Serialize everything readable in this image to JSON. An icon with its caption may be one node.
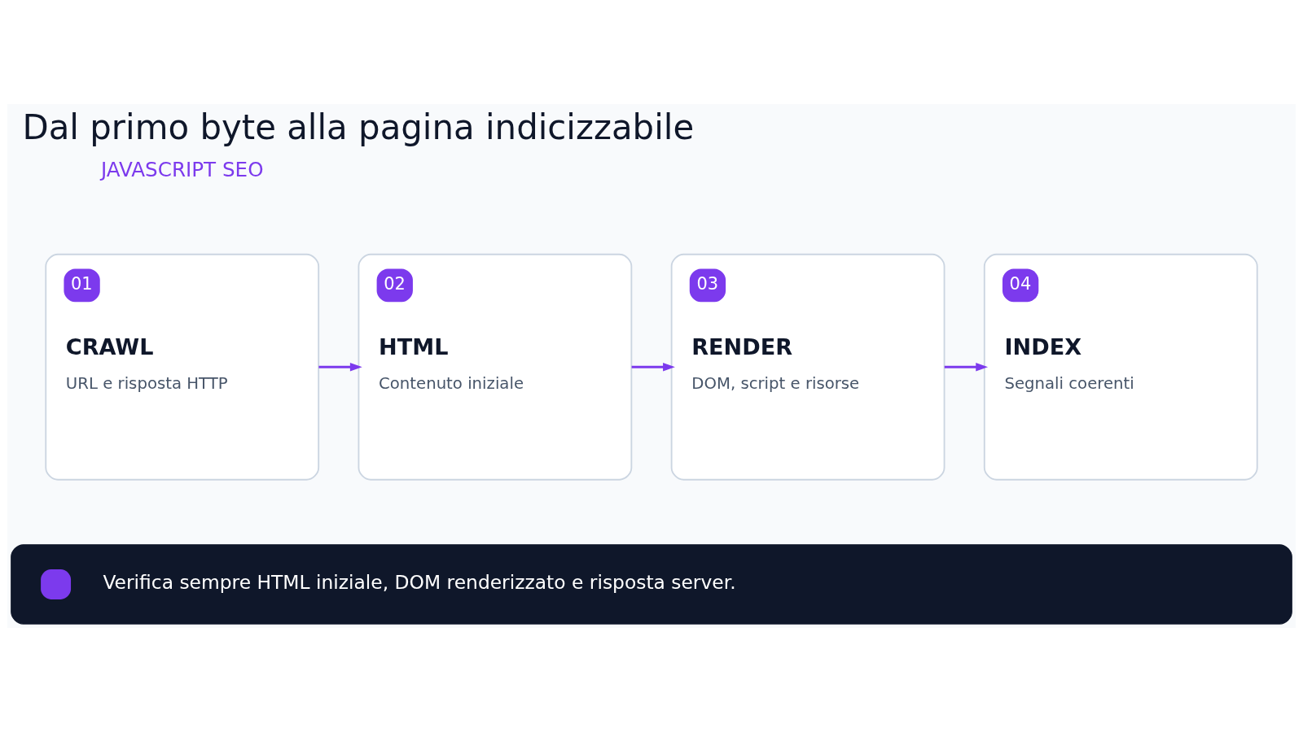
{
  "diagram": {
    "title": "Dal primo byte alla pagina indicizzabile",
    "nodes": [
      {
        "text": [
          "01",
          "CRAWL",
          "URL e risposta HTTP"
        ]
      },
      {
        "text": [
          "02",
          "HTML",
          "Contenuto iniziale"
        ]
      },
      {
        "text": [
          "03",
          "RENDER",
          "DOM, script e risorse"
        ]
      },
      {
        "text": [
          "04",
          "INDEX",
          "Segnali coerenti"
        ]
      },
      {
        "text": [
          "Verifica sempre HTML iniziale, DOM renderizzato e risposta server."
        ]
      }
    ],
    "edges": [
      {
        "from": 0,
        "to": 1,
        "arrow": "to"
      },
      {
        "from": 1,
        "to": 2,
        "arrow": "to"
      },
      {
        "from": 2,
        "to": 3,
        "arrow": "to"
      }
    ],
    "labels": [
      "JAVASCRIPT SEO"
    ]
  }
}
